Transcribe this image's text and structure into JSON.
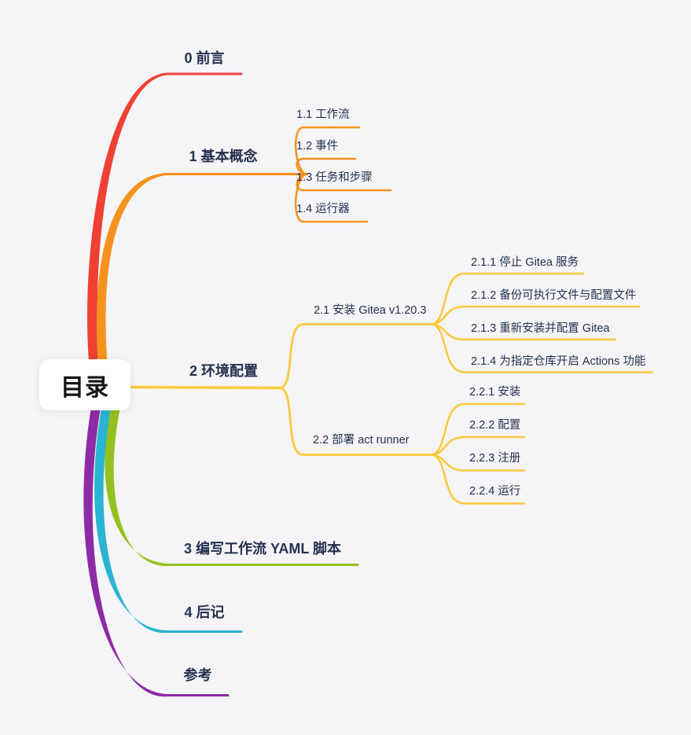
{
  "palette": {
    "red": "#ee4134",
    "orange": "#f6921e",
    "yellow": "#fbc93d",
    "green": "#95c11f",
    "cyan": "#29b5d2",
    "purple": "#8d2ba6",
    "text": "#25304e",
    "background": "#f5f5f7",
    "root_bg": "#ffffff"
  },
  "root": {
    "label": "目录"
  },
  "branches": [
    {
      "id": "topic-0",
      "label": "0 前言",
      "color": "#ee4134"
    },
    {
      "id": "topic-1",
      "label": "1 基本概念",
      "color": "#f6921e",
      "children": [
        {
          "label": "1.1 工作流"
        },
        {
          "label": "1.2 事件"
        },
        {
          "label": "1.3 任务和步骤"
        },
        {
          "label": "1.4 运行器"
        }
      ]
    },
    {
      "id": "topic-2",
      "label": "2 环境配置",
      "color": "#fbc93d",
      "children": [
        {
          "label": "2.1 安装 Gitea v1.20.3",
          "children": [
            {
              "label": "2.1.1 停止 Gitea 服务"
            },
            {
              "label": "2.1.2 备份可执行文件与配置文件"
            },
            {
              "label": "2.1.3 重新安装并配置 Gitea"
            },
            {
              "label": "2.1.4 为指定仓库开启 Actions 功能"
            }
          ]
        },
        {
          "label": "2.2 部署 act runner",
          "children": [
            {
              "label": "2.2.1 安装"
            },
            {
              "label": "2.2.2 配置"
            },
            {
              "label": "2.2.3 注册"
            },
            {
              "label": "2.2.4 运行"
            }
          ]
        }
      ]
    },
    {
      "id": "topic-3",
      "label": "3 编写工作流 YAML 脚本",
      "color": "#95c11f"
    },
    {
      "id": "topic-4",
      "label": "4 后记",
      "color": "#29b5d2"
    },
    {
      "id": "topic-5",
      "label": "参考",
      "color": "#8d2ba6"
    }
  ]
}
